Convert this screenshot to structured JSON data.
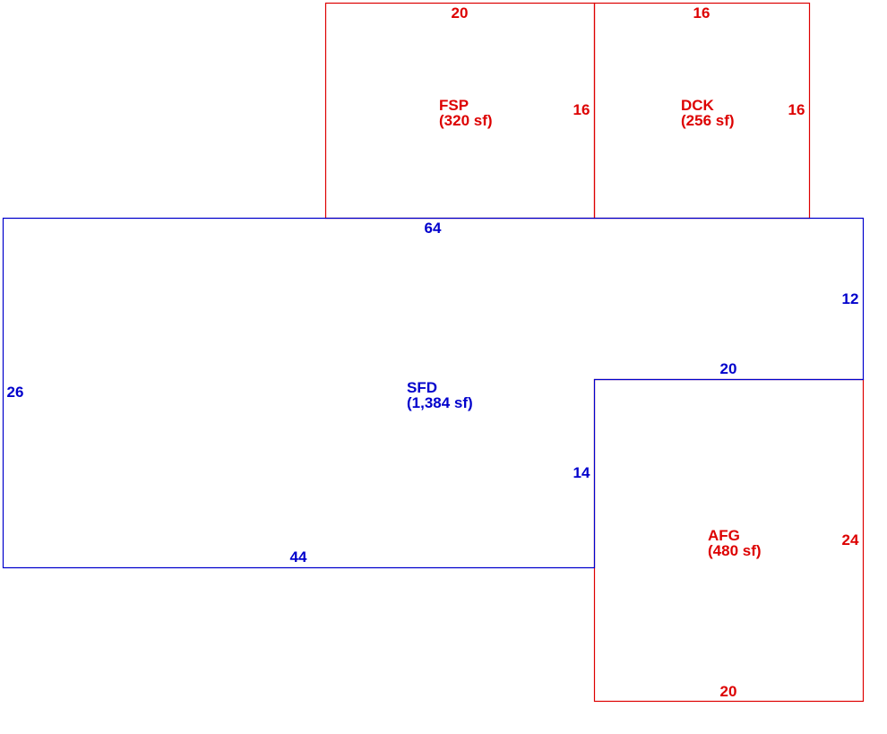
{
  "colors": {
    "primary": "#0000cc",
    "addition": "#dd0000"
  },
  "areas": {
    "fsp": {
      "code": "FSP",
      "area": "(320 sf)",
      "dim_top": "20",
      "dim_right": "16"
    },
    "dck": {
      "code": "DCK",
      "area": "(256 sf)",
      "dim_top": "16",
      "dim_right": "16"
    },
    "sfd": {
      "code": "SFD",
      "area": "(1,384 sf)",
      "dim_top": "64",
      "dim_right": "12",
      "dim_step": "20",
      "dim_inner": "14",
      "dim_bottom": "44",
      "dim_left": "26"
    },
    "afg": {
      "code": "AFG",
      "area": "(480 sf)",
      "dim_right": "24",
      "dim_bottom": "20"
    }
  }
}
